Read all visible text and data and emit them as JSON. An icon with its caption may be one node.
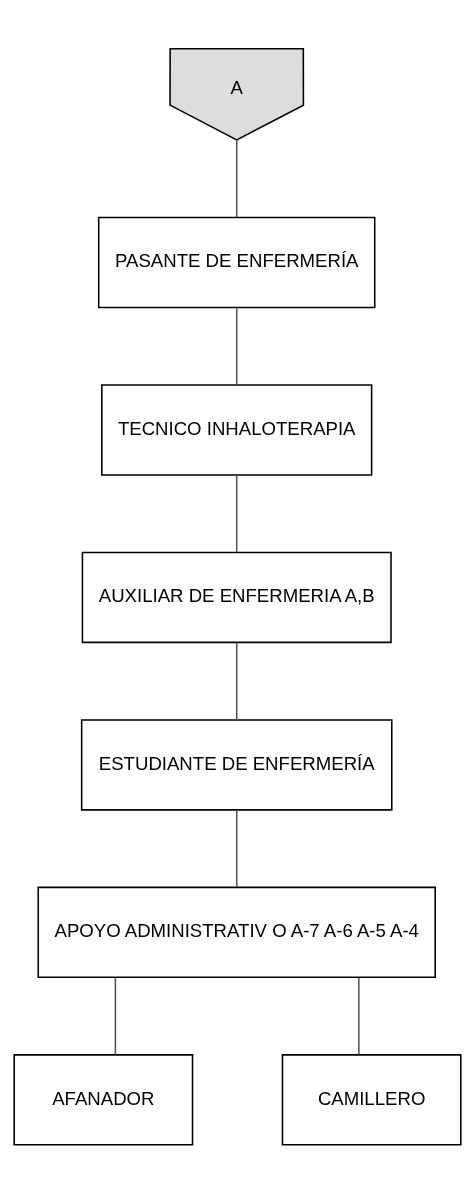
{
  "diagram": {
    "nodes": [
      {
        "text": [
          "A"
        ]
      },
      {
        "text": [
          "PASANTE DE ENFERMERÍA"
        ]
      },
      {
        "text": [
          "TECNICO INHALOTERAPIA"
        ]
      },
      {
        "text": [
          "AUXILIAR DE ENFERMERIA A,B"
        ]
      },
      {
        "text": [
          "ESTUDIANTE DE ENFERMERÍA"
        ]
      },
      {
        "text": [
          "APOYO ADMINISTRATIV O A-7 A-6 A-5 A-4"
        ]
      },
      {
        "text": [
          "AFANADOR"
        ]
      },
      {
        "text": [
          "CAMILLERO"
        ]
      }
    ],
    "edges": [
      {
        "from": 0,
        "to": 1,
        "arrow": "none"
      },
      {
        "from": 1,
        "to": 2,
        "arrow": "none"
      },
      {
        "from": 2,
        "to": 3,
        "arrow": "none"
      },
      {
        "from": 3,
        "to": 4,
        "arrow": "none"
      },
      {
        "from": 4,
        "to": 5,
        "arrow": "none"
      },
      {
        "from": 5,
        "to": 6,
        "arrow": "none"
      },
      {
        "from": 5,
        "to": 7,
        "arrow": "none"
      }
    ]
  }
}
